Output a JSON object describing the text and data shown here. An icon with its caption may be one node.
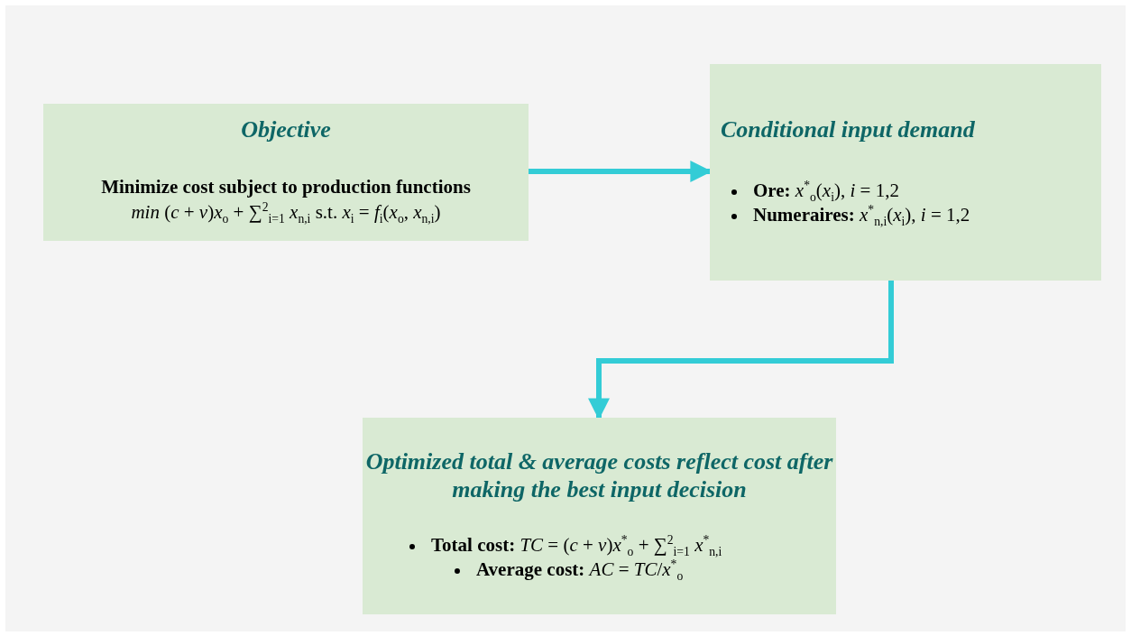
{
  "diagram": {
    "nodes": [
      {
        "text": [
          "Objective",
          "**Minimize cost subject to production functions**",
          "*min* (*c* + *v*)*x*$_{o}$ + ∑$^{2}$$_{i=1}$ *x*$_{n,i}$  s.t.  *x*$_{i}$ = *f*$_{i}$(*x*$_{o}$, *x*$_{n,i}$)"
        ]
      },
      {
        "text": [
          "Conditional input demand",
          "**Ore:** *x*$^{*}$$_{o}$(*x*$_{i}$), *i* = 1,2",
          "**Numeraires:** *x*$^{*}$$_{n,i}$(*x*$_{i}$), *i* = 1,2"
        ]
      },
      {
        "text": [
          "Optimized total & average costs reflect cost after making the best input decision",
          "**Total cost:** *TC* = (*c* + *v*)*x*$^{*}$$_{o}$ + ∑$^{2}$$_{i=1}$ *x*$^{*}$$_{n,i}$",
          "**Average cost:**  *AC* = *TC*/*x*$^{*}$$_{o}$"
        ]
      }
    ],
    "edges": [
      {
        "from": 0,
        "to": 1,
        "arrow": "to"
      },
      {
        "from": 1,
        "to": 2,
        "arrow": "to"
      }
    ]
  }
}
